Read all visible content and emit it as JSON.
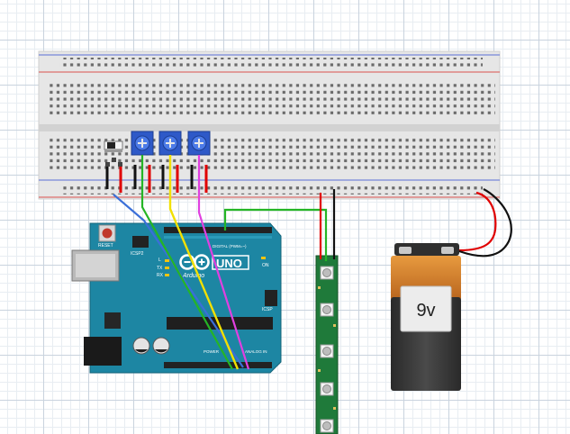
{
  "battery": {
    "label": "9v"
  },
  "arduino": {
    "brand": "UNO",
    "sub_brand": "Arduino",
    "reset_label": "RESET",
    "icsp2_label": "ICSP2",
    "icsp_label": "ICSP",
    "on_label": "ON",
    "tx_label": "TX",
    "rx_label": "RX",
    "l_label": "L",
    "digital_label": "DIGITAL (PWM=~)",
    "analog_label": "ANALOG IN",
    "power_label": "POWER"
  },
  "colors": {
    "arduino_board": "#1d86a3",
    "breadboard": "#e6e6e6",
    "rail_red": "#d9534f",
    "rail_blue": "#5b6fd6",
    "wire_blue": "#3a6fd8",
    "wire_green": "#25b525",
    "wire_yellow": "#f2e000",
    "wire_magenta": "#e040e0",
    "wire_red": "#e00000",
    "wire_black": "#111111",
    "led_strip": "#1f7a3a",
    "battery_top": "#d9822b",
    "battery_body": "#3a3a3a",
    "battery_label": "#ececec"
  }
}
